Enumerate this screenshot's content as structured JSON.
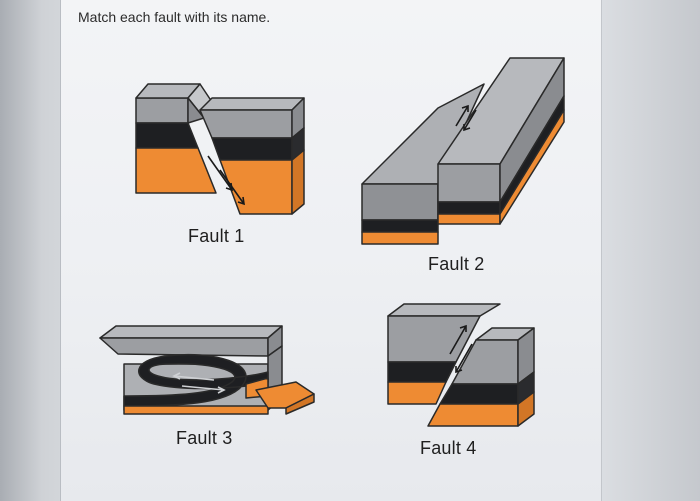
{
  "question": "Match each fault with its name.",
  "faults": [
    {
      "label": "Fault 1",
      "icon": "normal-fault-block-icon"
    },
    {
      "label": "Fault 2",
      "icon": "strike-slip-fault-block-icon"
    },
    {
      "label": "Fault 3",
      "icon": "thrust-fault-block-icon"
    },
    {
      "label": "Fault 4",
      "icon": "reverse-fault-block-icon"
    }
  ],
  "colors": {
    "top_gray": "#aeb0b4",
    "side_gray": "#8a8c90",
    "black_layer": "#1e1f22",
    "orange_layer": "#ee8b33"
  }
}
